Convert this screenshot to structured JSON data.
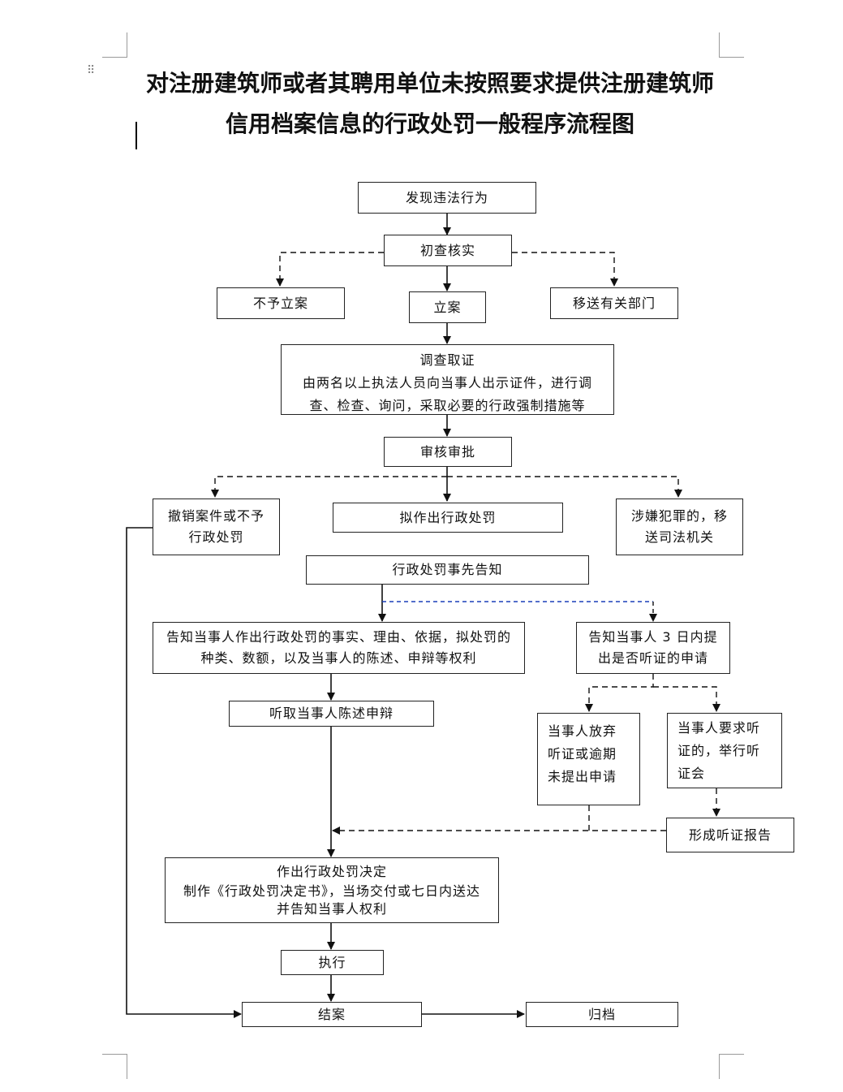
{
  "title": {
    "line1": "对注册建筑师或者其聘用单位未按照要求提供注册建筑师",
    "line2": "信用档案信息的行政处罚一般程序流程图"
  },
  "nodes": {
    "discover": "发现违法行为",
    "preliminary_check": "初查核实",
    "no_case": "不予立案",
    "file_case": "立案",
    "transfer_dept": "移送有关部门",
    "investigate": {
      "title": "调查取证",
      "line1": "由两名以上执法人员向当事人出示证件，进行调",
      "line2": "查、检查、询问，采取必要的行政强制措施等"
    },
    "review": "审核审批",
    "revoke": {
      "line1": "撤销案件或不予",
      "line2": "行政处罚"
    },
    "propose_penalty": "拟作出行政处罚",
    "criminal": {
      "line1": "涉嫌犯罪的，移",
      "line2": "送司法机关"
    },
    "prior_notice": "行政处罚事先告知",
    "notify_facts": {
      "line1": "告知当事人作出行政处罚的事实、理由、依据，拟处罚的",
      "line2": "种类、数额，以及当事人的陈述、申辩等权利"
    },
    "notify_hearing": {
      "line1": "告知当事人 3 日内提",
      "line2": "出是否听证的申请"
    },
    "hear_statement": "听取当事人陈述申辩",
    "waive_hearing": {
      "line1": "当事人放弃",
      "line2": "听证或逾期",
      "line3": "未提出申请"
    },
    "request_hearing": {
      "line1": "当事人要求听",
      "line2": "证的，举行听",
      "line3": "证会"
    },
    "hearing_report": "形成听证报告",
    "decision": {
      "line1": "作出行政处罚决定",
      "line2": "制作《行政处罚决定书》，当场交付或七日内送达",
      "line3": "并告知当事人权利"
    },
    "execute": "执行",
    "close_case": "结案",
    "archive": "归档"
  }
}
